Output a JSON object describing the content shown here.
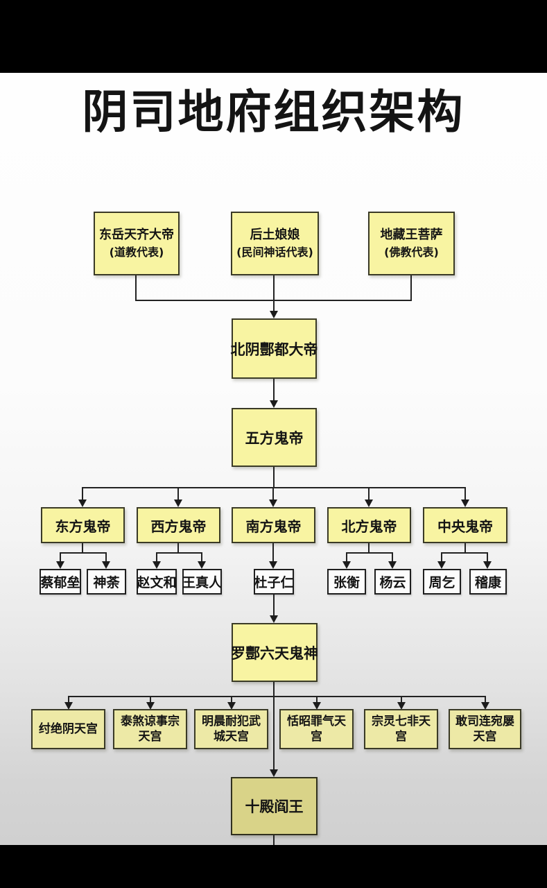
{
  "title": "阴司地府组织架构",
  "colors": {
    "letterbox": "#000000",
    "box_fill": "#f8f4a2",
    "box_border": "#3a3a26",
    "leaf_fill": "#fcfcfc",
    "palace_fill": "#ede9a6",
    "king_fill": "#d9d388",
    "line": "#222222"
  },
  "nodes": {
    "roots": [
      {
        "label": "东岳天齐大帝",
        "sublabel": "(道教代表)"
      },
      {
        "label": "后土娘娘",
        "sublabel": "(民间神话代表)"
      },
      {
        "label": "地藏王菩萨",
        "sublabel": "(佛教代表)"
      }
    ],
    "fengdu": {
      "label": "北阴酆都大帝"
    },
    "five_parent": {
      "label": "五方鬼帝"
    },
    "emperors": [
      {
        "label": "东方鬼帝"
      },
      {
        "label": "西方鬼帝"
      },
      {
        "label": "南方鬼帝"
      },
      {
        "label": "北方鬼帝"
      },
      {
        "label": "中央鬼帝"
      }
    ],
    "officials": [
      {
        "label": "蔡郁垒"
      },
      {
        "label": "神荼"
      },
      {
        "label": "赵文和"
      },
      {
        "label": "王真人"
      },
      {
        "label": "杜子仁"
      },
      {
        "label": "张衡"
      },
      {
        "label": "杨云"
      },
      {
        "label": "周乞"
      },
      {
        "label": "稽康"
      }
    ],
    "luofeng": {
      "label": "罗酆六天鬼神"
    },
    "palaces": [
      {
        "label": "纣绝阴天宫"
      },
      {
        "label": "泰煞谅事宗天宫"
      },
      {
        "label": "明晨耐犯武城天宫"
      },
      {
        "label": "恬昭罪气天宫"
      },
      {
        "label": "宗灵七非天宫"
      },
      {
        "label": "敢司连宛屡天宫"
      }
    ],
    "ten_kings": {
      "label": "十殿阎王"
    }
  }
}
